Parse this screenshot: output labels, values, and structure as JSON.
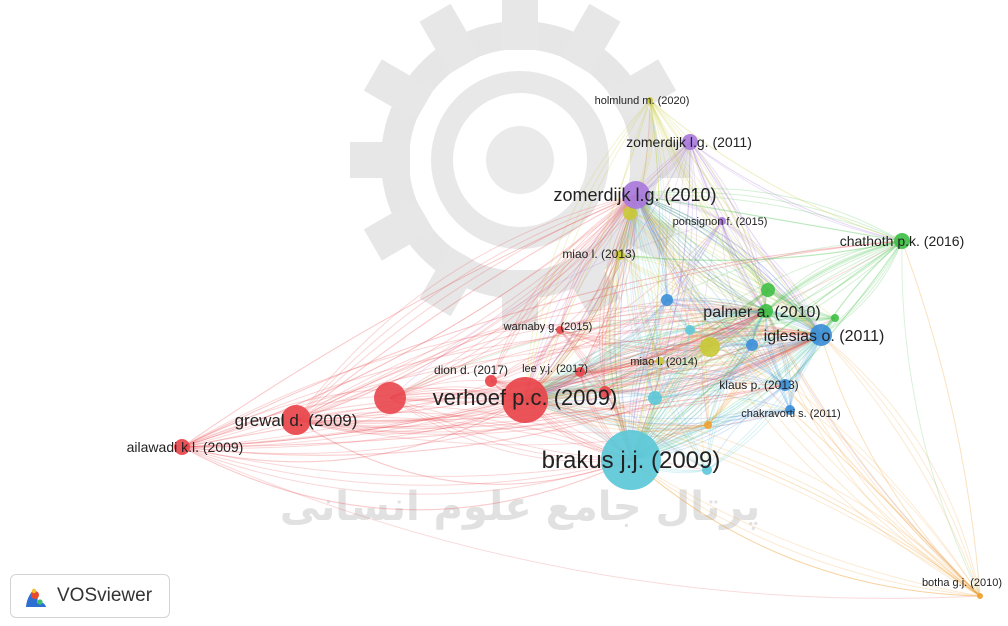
{
  "brand": {
    "name": "VOSviewer"
  },
  "watermark": {
    "text": "پرتال جامع علوم انسانی"
  },
  "cluster_colors": {
    "red": "#e8454b",
    "cyan": "#5cc8d8",
    "purple": "#a979dc",
    "green": "#3fbf45",
    "blue": "#3c8fd8",
    "yellow": "#c9c935",
    "orange": "#f0a030"
  },
  "nodes": [
    {
      "id": "brakus",
      "label": "brakus j.j. (2009)",
      "cluster": "cyan"
    },
    {
      "id": "verhoef",
      "label": "verhoef p.c. (2009)",
      "cluster": "red"
    },
    {
      "id": "grewal",
      "label": "grewal d. (2009)",
      "cluster": "red"
    },
    {
      "id": "ailawadi",
      "label": "ailawadi k.l. (2009)",
      "cluster": "red"
    },
    {
      "id": "dion",
      "label": "dion d. (2017)",
      "cluster": "red"
    },
    {
      "id": "leeyj",
      "label": "lee y.j. (2017)",
      "cluster": "red"
    },
    {
      "id": "warnaby",
      "label": "warnaby g. (2015)",
      "cluster": "red"
    },
    {
      "id": "zomerdijk2010",
      "label": "zomerdijk l.g. (2010)",
      "cluster": "purple"
    },
    {
      "id": "zomerdijk2011",
      "label": "zomerdijk l.g. (2011)",
      "cluster": "purple"
    },
    {
      "id": "ponsignon",
      "label": "ponsignon f. (2015)",
      "cluster": "purple"
    },
    {
      "id": "holmlund",
      "label": "holmlund m. (2020)",
      "cluster": "yellow"
    },
    {
      "id": "miao2013",
      "label": "miao l. (2013)",
      "cluster": "yellow"
    },
    {
      "id": "miao2014",
      "label": "miao l. (2014)",
      "cluster": "yellow"
    },
    {
      "id": "chathoth",
      "label": "chathoth p.k. (2016)",
      "cluster": "green"
    },
    {
      "id": "palmer",
      "label": "palmer a. (2010)",
      "cluster": "green"
    },
    {
      "id": "iglesias",
      "label": "iglesias o. (2011)",
      "cluster": "blue"
    },
    {
      "id": "klaus",
      "label": "klaus p. (2013)",
      "cluster": "blue"
    },
    {
      "id": "chakravorti",
      "label": "chakravorti s. (2011)",
      "cluster": "blue"
    },
    {
      "id": "botha",
      "label": "botha g.j. (2010)",
      "cluster": "orange"
    }
  ]
}
